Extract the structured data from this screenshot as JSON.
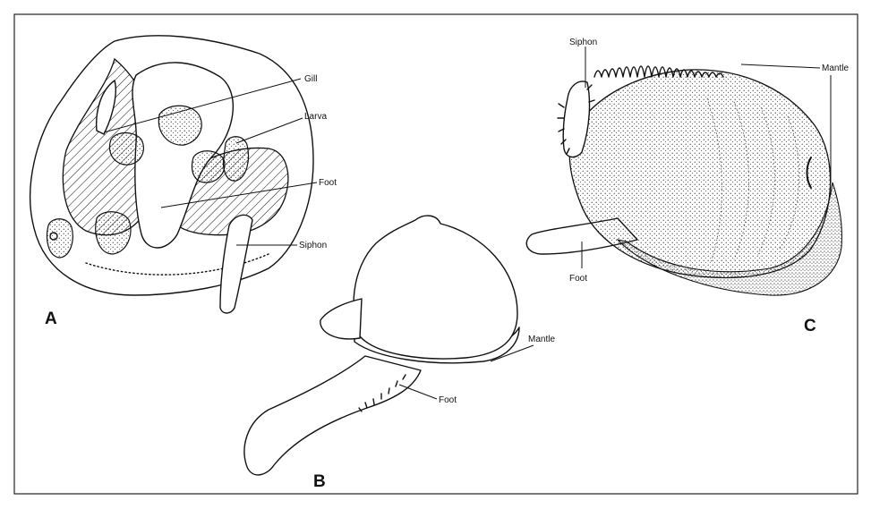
{
  "colors": {
    "ink": "#111111",
    "paper": "#ffffff"
  },
  "panels": {
    "a": {
      "letter": "A",
      "labels": {
        "gill": "Gill",
        "larva": "Larva",
        "foot": "Foot",
        "siphon": "Siphon"
      }
    },
    "b": {
      "letter": "B",
      "labels": {
        "mantle": "Mantle",
        "foot": "Foot"
      }
    },
    "c": {
      "letter": "C",
      "labels": {
        "siphon": "Siphon",
        "mantle": "Mantle",
        "foot": "Foot"
      }
    }
  }
}
